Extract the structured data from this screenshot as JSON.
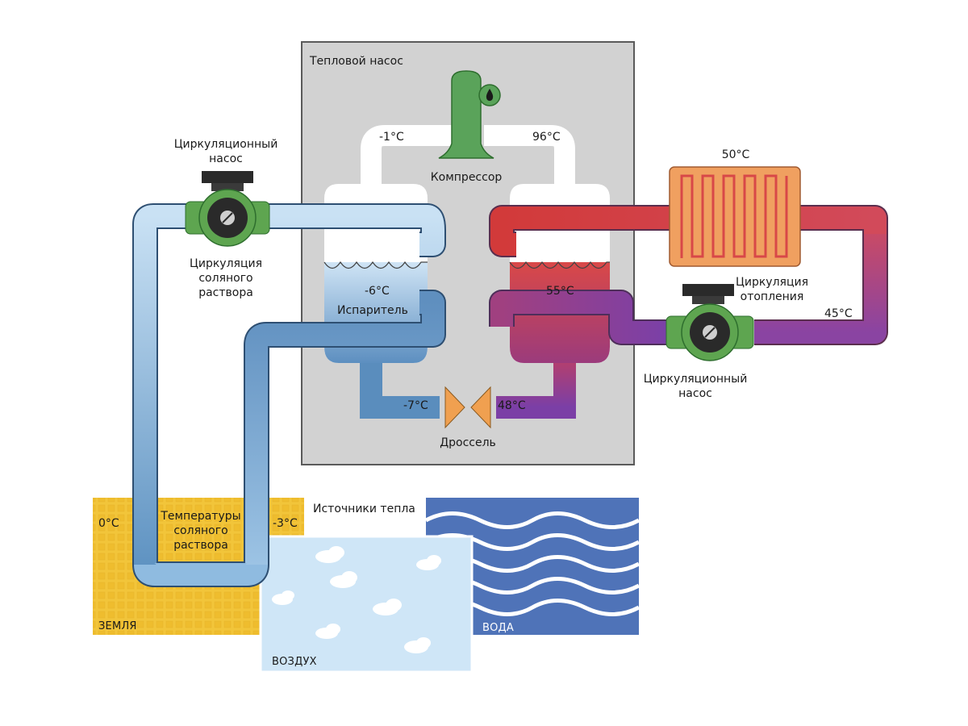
{
  "heat_pump": {
    "title": "Тепловой насос",
    "compressor_label": "Компрессор",
    "temp_suction": "-1°C",
    "temp_discharge": "96°C",
    "evaporator_label": "Испаритель",
    "evaporator_temp": "-6°C",
    "condenser_temp": "55°C",
    "throttle_label": "Дроссель",
    "temp_before_throttle": "48°C",
    "temp_after_throttle": "-7°C"
  },
  "left_pump": {
    "title_line1": "Циркуляционный",
    "title_line2": "насос",
    "caption_line1": "Циркуляция",
    "caption_line2": "соляного",
    "caption_line3": "раствора"
  },
  "right_pump": {
    "title_line1": "Циркуляционный",
    "title_line2": "насос",
    "caption_line1": "Циркуляция",
    "caption_line2": "отопления"
  },
  "heating": {
    "radiator_temp": "50°C",
    "return_temp": "45°C"
  },
  "sources": {
    "title": "Источники тепла",
    "ground_label": "ЗЕМЛЯ",
    "air_label": "ВОЗДУХ",
    "water_label": "ВОДА",
    "ground_temp_left": "0°C",
    "ground_temp_right": "-3°C",
    "brine_caption_line1": "Температуры",
    "brine_caption_line2": "соляного",
    "brine_caption_line3": "раствора"
  },
  "colors": {
    "housing": "#d0d0d0",
    "pipe_cold": "#7fb3d8",
    "pipe_hot": "#cc3b3b",
    "pipe_return": "#8a3fa0",
    "pump_green": "#5aa050",
    "ground": "#f1c232",
    "air": "#cfe6f7",
    "water": "#4f73b8",
    "radiator": "#f0a060",
    "throttle": "#f0a050"
  }
}
